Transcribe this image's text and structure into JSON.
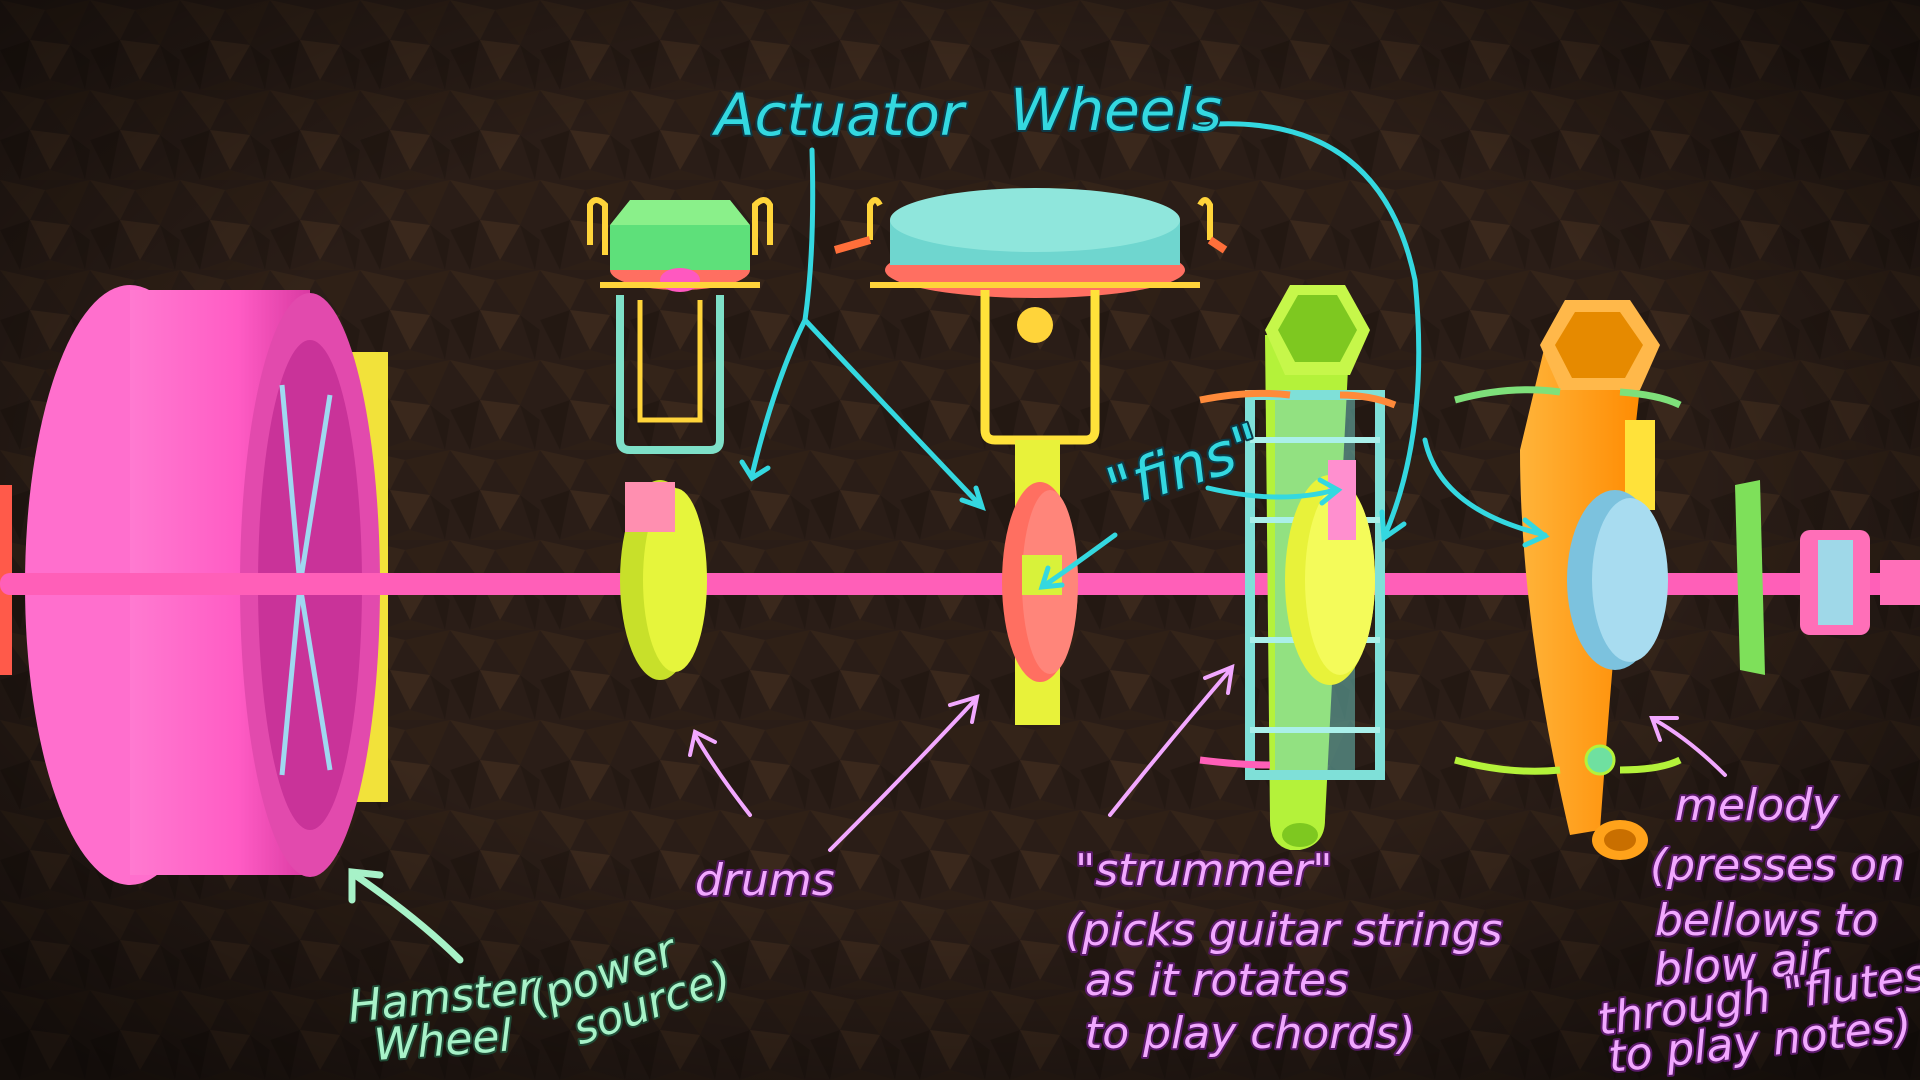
{
  "diagram": {
    "header": {
      "line1": "Actuator",
      "line2": "Wheels"
    },
    "labels": {
      "fins": "\"fins\"",
      "hamster_line1": "Hamster",
      "hamster_line2": "Wheel",
      "hamster_power_line1": "(power",
      "hamster_power_line2": "source)",
      "drums": "drums",
      "strummer_title": "\"strummer\"",
      "strummer_line1": "(picks guitar strings",
      "strummer_line2": "as it rotates",
      "strummer_line3": "to play chords)",
      "melody_title": "melody",
      "melody_line1": "(presses on",
      "melody_line2": "bellows to",
      "melody_line3": "blow air",
      "melody_line4": "through \"flutes\"",
      "melody_line5": "to play notes)"
    },
    "colors": {
      "background": "#2a1d17",
      "axle": "#ff5fb8",
      "hamster_wheel": "#ff5cc4",
      "drum_yellow": "#d8f23a",
      "drum_red": "#ff6f61",
      "strummer_frame": "#7fe0d8",
      "melody_disc": "#8fd0ea",
      "horn_orange": "#ffa21a",
      "horn_green": "#b4f23a",
      "annotation_cyan": "#34d8e0",
      "annotation_pink": "#f2a8ff",
      "annotation_mint": "#a7f2c8"
    }
  }
}
